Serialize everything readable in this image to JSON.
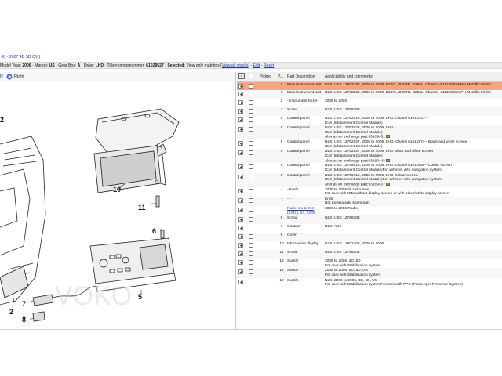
{
  "breadcrumb": " 08 - 2007  4D  5D  CV )",
  "infobar": {
    "model_year_label": "Model Year:",
    "model_year_value": "2006",
    "market_label": "Market:",
    "market_value": "US",
    "gearbox_label": "Gear Box:",
    "gearbox_value": "A",
    "drive_label": "Drive:",
    "drive_value": "LHD",
    "tillverkning_label": "Tillverkningsnummer:",
    "tillverkning_value": "61029527",
    "selected_label": "Selected:",
    "selected_value": "View only matches",
    "view_all": "View all results",
    "edit": "Edit",
    "reset": "Reset"
  },
  "diagram_toolbar": {
    "left_glyph": "R",
    "right_label": "Right"
  },
  "diagram": {
    "callouts": [
      "2",
      "10",
      "11",
      "6",
      "5",
      "2",
      "7",
      "8"
    ],
    "watermark": "VOKO"
  },
  "table": {
    "headers": [
      "",
      "",
      "Picked",
      "P...",
      "Part Description",
      "Applicability and comments"
    ],
    "rows": [
      {
        "pos": "1",
        "desc": "Main instrument unit",
        "link": false,
        "app": [
          "NLS: USE 12802332, 2006 to 2006, B207L, B207R, B284L, Chassi:--61112850 KMH Metallic Finish"
        ]
      },
      {
        "pos": "1",
        "desc": "Main instrument unit",
        "link": false,
        "app": [
          "NLS: USE 12768236, 2006 to 2006, B207L, B207R, B284L, Chassi:--61112850 MPH Metallic Finish"
        ]
      },
      {
        "pos": "2",
        "desc": "- Instrument bezel",
        "link": false,
        "app": [
          "2006 to 2006"
        ]
      },
      {
        "pos": "3",
        "desc": "Screw",
        "link": false,
        "app": [
          "NLS: USE 12768283"
        ]
      },
      {
        "pos": "5",
        "desc": "Control panel",
        "link": false,
        "app": [
          "NLS: USE 12762528, 2006 to 2006, LHD, Chassi 61016347--",
          "ICM (Infotainment Control Module)"
        ]
      },
      {
        "pos": "5",
        "desc": "Control panel",
        "link": false,
        "app": [
          "NLS: USE 12762528, 2006 to 2006, LHD",
          "ICM (Infotainment Control Module)",
          "Also as an exchange part:93169451"
        ]
      },
      {
        "pos": "5",
        "desc": "Control panel",
        "link": false,
        "app": [
          "NLS: USE 12762527, 2006 to 2006, LHD, Chassi 61016574-- Black and white screen",
          "ICM (Infotainment Control Module)"
        ]
      },
      {
        "pos": "5",
        "desc": "Control panel",
        "link": false,
        "app": [
          "NLS: USE 12762527, 2006 to 2006, LHD Black and white screen",
          "ICM (Infotainment Control Module)",
          "Also as an exchange part:93169443"
        ]
      },
      {
        "pos": "5",
        "desc": "Control panel",
        "link": false,
        "app": [
          "NLS: USE 12799615, 2006 to 2006, LHD, Chassi 61015889-- Colour screen",
          "ICM (Infotainment Control Module)For vehicles with navigation system."
        ]
      },
      {
        "pos": "5",
        "desc": "Control panel",
        "link": false,
        "app": [
          "NLS: USE 12799615, 2006 to 2006, LHD Colour screen",
          "ICM (Infotainment Control Module)For vehicles with navigation system.",
          "Also as an exchange part:93169437"
        ]
      },
      {
        "pos": "-",
        "desc": "- Knob",
        "link": false,
        "app": [
          "2006 to 2006 tilt radio tone",
          "For cars with ICM without display screen or with black/white display screen."
        ]
      },
      {
        "pos": "-",
        "desc": "- - -",
        "link": false,
        "app": [
          "Knob",
          "Not as separate spare part."
        ]
      },
      {
        "pos": "-",
        "desc": "Radio Go to 9-3 (9440), 34, 2400",
        "link": true,
        "app": [
          "2006 to 2006 Radio"
        ]
      },
      {
        "pos": "6",
        "desc": "Screw",
        "link": false,
        "app": [
          "NLS: USE 12768283"
        ]
      },
      {
        "pos": "7",
        "desc": "Contact",
        "link": false,
        "app": [
          "NLS: AUX"
        ]
      },
      {
        "pos": "8",
        "desc": "Cover",
        "link": false,
        "app": [
          ""
        ]
      },
      {
        "pos": "10",
        "desc": "Information display",
        "link": false,
        "app": [
          "NLS: USE 12802403, 2006 to 2006"
        ]
      },
      {
        "pos": "11",
        "desc": "Screw",
        "link": false,
        "app": [
          "NLS: USE 12768203"
        ]
      },
      {
        "pos": "12",
        "desc": "Switch",
        "link": false,
        "app": [
          "2006 to 2006, 4D, 5D",
          "For cars with Stabilisation system"
        ]
      },
      {
        "pos": "12",
        "desc": "Switch",
        "link": false,
        "app": [
          "2006 to 2006, 4D, 5D, US",
          "For cars with Stabilisation system"
        ]
      },
      {
        "pos": "12",
        "desc": "Switch",
        "link": false,
        "app": [
          "NLS, 2006 to 2006, 4D, 5D, US",
          "For cars with Stabilisation systemFor cars with PPS (Passenger Presence System)"
        ]
      }
    ]
  },
  "colors": {
    "selected_row": "#f4a582",
    "link": "#2a3fa0",
    "header_bg": "#efefef"
  }
}
